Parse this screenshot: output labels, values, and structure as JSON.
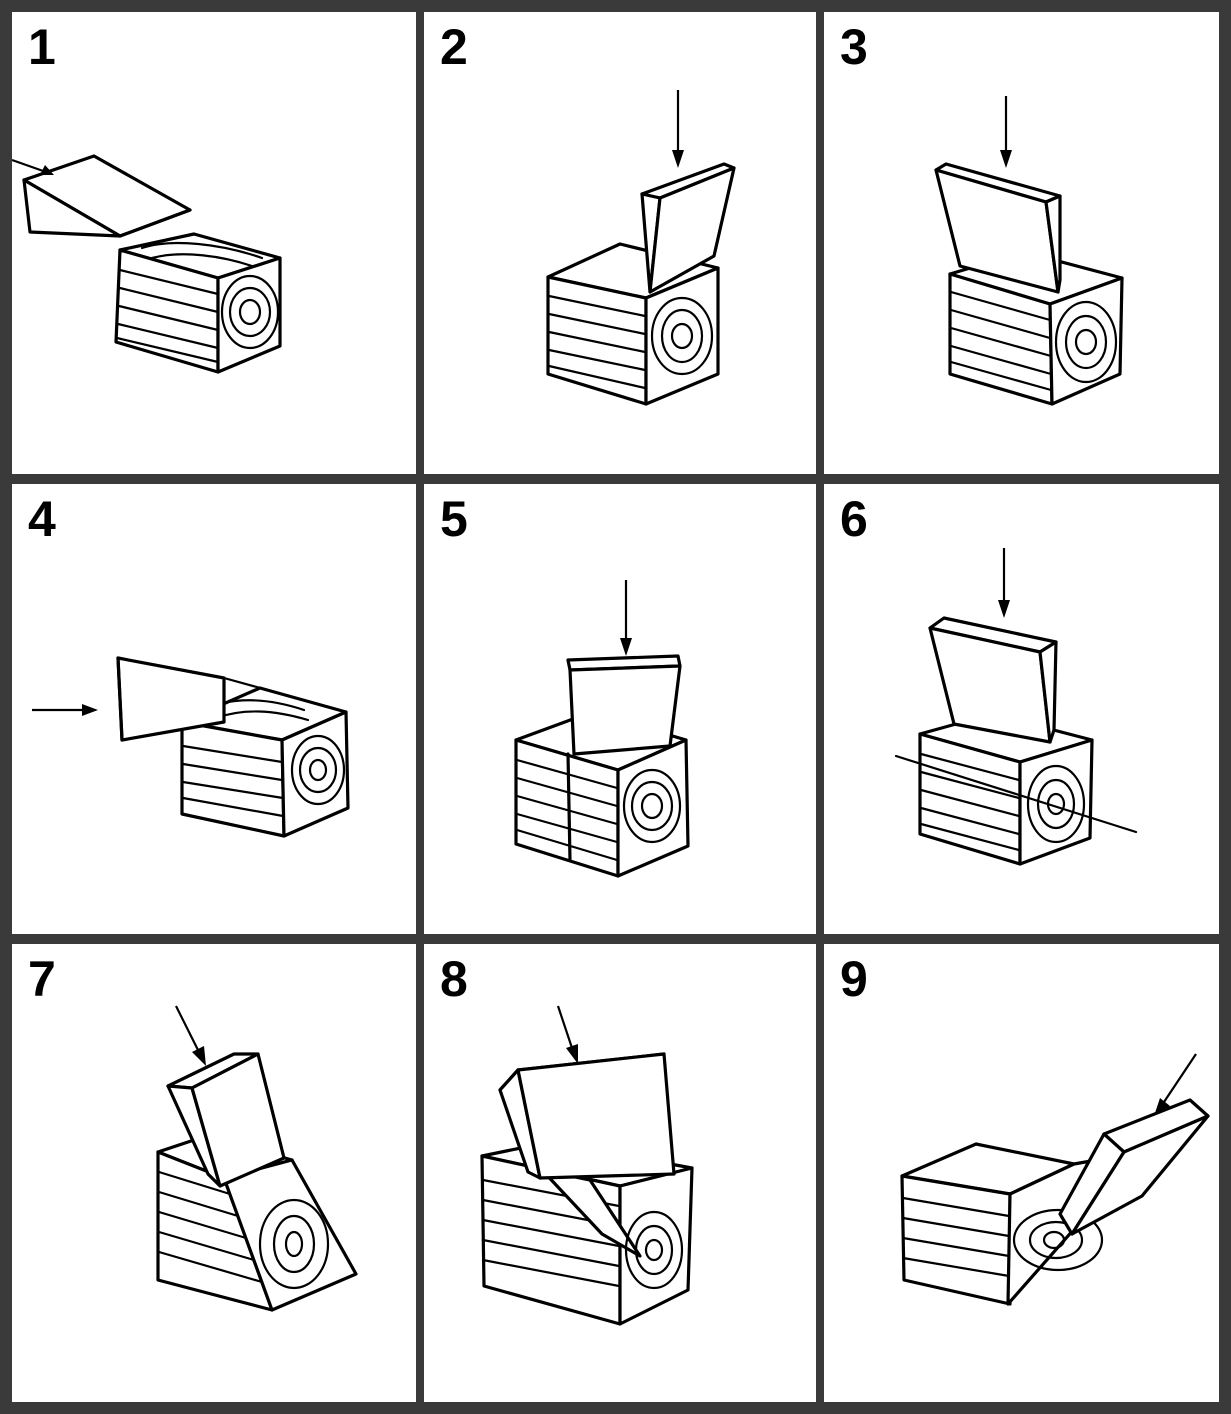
{
  "figure": {
    "panels": [
      {
        "number": "1"
      },
      {
        "number": "2"
      },
      {
        "number": "3"
      },
      {
        "number": "4"
      },
      {
        "number": "5"
      },
      {
        "number": "6"
      },
      {
        "number": "7"
      },
      {
        "number": "8"
      },
      {
        "number": "9"
      }
    ],
    "colors": {
      "frame": "#3a3a3a",
      "panel_background": "#ffffff",
      "ink": "#000000"
    },
    "icons": [
      "wood-block-icon",
      "wedge-icon",
      "arrow-icon"
    ]
  }
}
